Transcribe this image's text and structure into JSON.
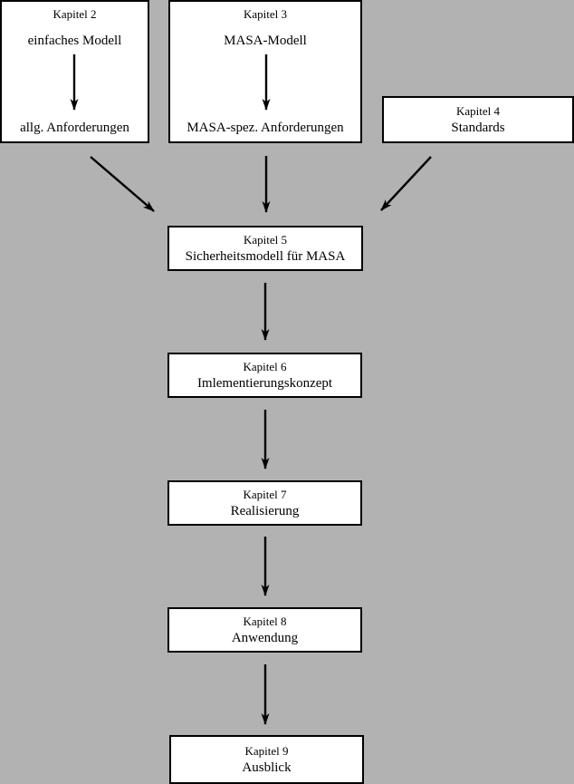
{
  "colors": {
    "background": "#b2b2b2",
    "node_fill": "#ffffff",
    "border": "#000000",
    "arrow": "#000000"
  },
  "nodes": [
    {
      "id": "kapitel2",
      "kapitel": "Kapitel 2",
      "top_label": "einfaches Modell",
      "bottom_label": "allg. Anforderungen"
    },
    {
      "id": "kapitel3",
      "kapitel": "Kapitel 3",
      "top_label": "MASA-Modell",
      "bottom_label": "MASA-spez. Anforderungen"
    },
    {
      "id": "kapitel4",
      "kapitel": "Kapitel 4",
      "label": "Standards"
    },
    {
      "id": "kapitel5",
      "kapitel": "Kapitel 5",
      "label": "Sicherheitsmodell für MASA"
    },
    {
      "id": "kapitel6",
      "kapitel": "Kapitel 6",
      "label": "Imlementierungskonzept"
    },
    {
      "id": "kapitel7",
      "kapitel": "Kapitel 7",
      "label": "Realisierung"
    },
    {
      "id": "kapitel8",
      "kapitel": "Kapitel 8",
      "label": "Anwendung"
    },
    {
      "id": "kapitel9",
      "kapitel": "Kapitel 9",
      "label": "Ausblick"
    }
  ],
  "edges": [
    {
      "from": "einfaches Modell",
      "to": "allg. Anforderungen",
      "kind": "internal-kapitel2"
    },
    {
      "from": "MASA-Modell",
      "to": "MASA-spez. Anforderungen",
      "kind": "internal-kapitel3"
    },
    {
      "from": "Kapitel 2",
      "to": "Kapitel 5",
      "kind": "diagonal"
    },
    {
      "from": "Kapitel 3",
      "to": "Kapitel 5",
      "kind": "vertical"
    },
    {
      "from": "Kapitel 4",
      "to": "Kapitel 5",
      "kind": "diagonal"
    },
    {
      "from": "Kapitel 5",
      "to": "Kapitel 6",
      "kind": "vertical"
    },
    {
      "from": "Kapitel 6",
      "to": "Kapitel 7",
      "kind": "vertical"
    },
    {
      "from": "Kapitel 7",
      "to": "Kapitel 8",
      "kind": "vertical"
    },
    {
      "from": "Kapitel 8",
      "to": "Kapitel 9",
      "kind": "vertical"
    }
  ]
}
